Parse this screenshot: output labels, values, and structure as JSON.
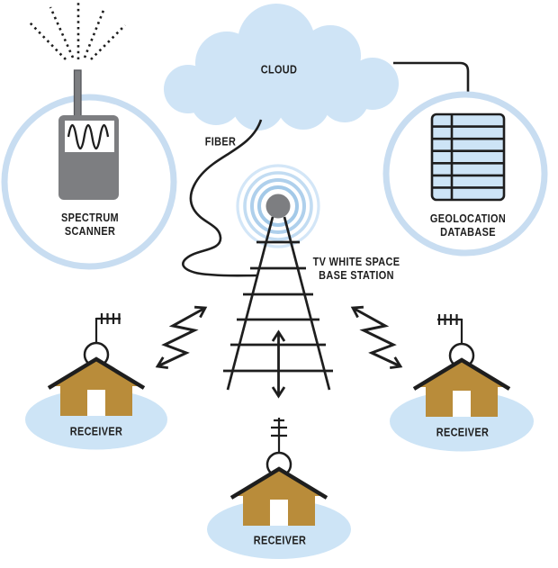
{
  "labels": {
    "cloud": "CLOUD",
    "fiber": "FIBER",
    "spectrum_scanner": [
      "SPECTRUM",
      "SCANNER"
    ],
    "geolocation_database": [
      "GEOLOCATION",
      "DATABASE"
    ],
    "base_station": [
      "TV WHITE SPACE",
      "BASE STATION"
    ],
    "receiver_left": "RECEIVER",
    "receiver_bottom": "RECEIVER",
    "receiver_right": "RECEIVER"
  },
  "colors": {
    "cloud_blue": "#cfe4f6",
    "ring_blue": "#c8ddf1",
    "wave_blue_inner": "#a3c9e8",
    "wave_blue_outer": "#d3e6f7",
    "house_tan": "#b98c3a",
    "device_gray": "#7d7e81",
    "ink": "#1e1e1e"
  },
  "connections": [
    "cloud - geolocation database (line)",
    "cloud - base station (fiber)",
    "base station - left receiver (wireless zigzag arrow)",
    "base station - right receiver (wireless zigzag arrow)",
    "base station - bottom receiver (vertical two-way arrow)"
  ]
}
